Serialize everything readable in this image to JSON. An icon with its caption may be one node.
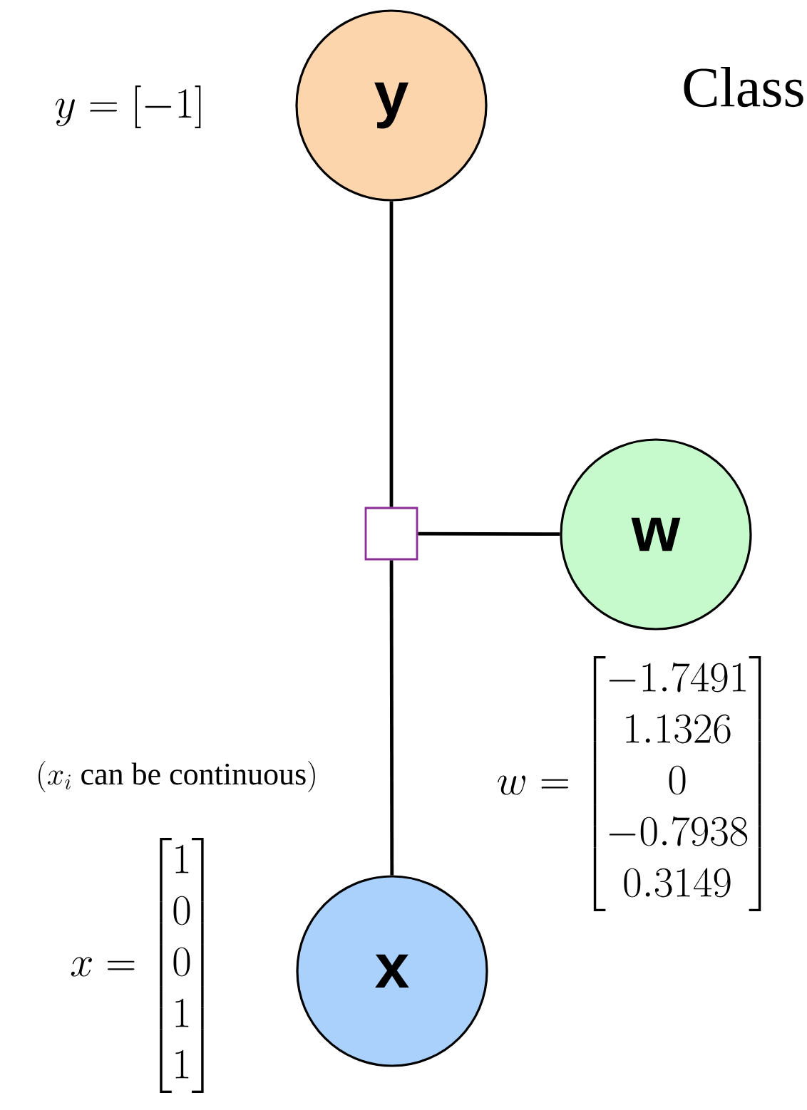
{
  "diagram": {
    "nodes": [
      {
        "text": [
          "y"
        ]
      },
      {
        "text": [],
        "shape": "box"
      },
      {
        "text": [
          "w"
        ]
      },
      {
        "text": [
          "x"
        ]
      }
    ],
    "edges": [
      {
        "from": 0,
        "to": 1,
        "arrow": "none"
      },
      {
        "from": 1,
        "to": 2,
        "arrow": "none"
      },
      {
        "from": 1,
        "to": 3,
        "arrow": "none"
      }
    ],
    "labels": [
      "y = [-1]",
      "Class",
      "(x_i \\text{ can be continuous})",
      "w = \\begin{bmatrix} -1.7491 \\\\ 1.1326 \\\\ 0 \\\\ -0.7938 \\\\ 0.3149 \\end{bmatrix}",
      "x = \\begin{bmatrix} 1 \\\\ 0 \\\\ 0 \\\\ 1 \\\\ 1 \\end{bmatrix}"
    ]
  }
}
